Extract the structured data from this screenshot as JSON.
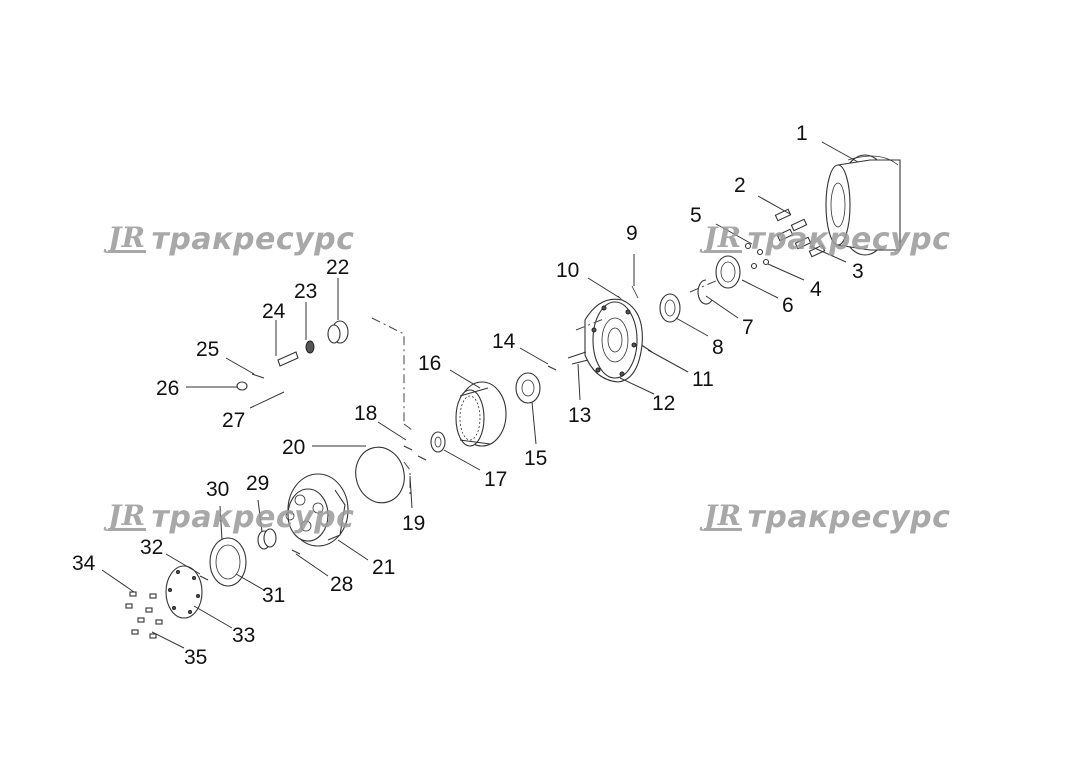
{
  "watermark": {
    "logo": "JR",
    "text": "тракресурс"
  },
  "callouts": [
    "1",
    "2",
    "3",
    "4",
    "5",
    "6",
    "7",
    "8",
    "9",
    "10",
    "11",
    "12",
    "13",
    "14",
    "15",
    "16",
    "17",
    "18",
    "19",
    "20",
    "21",
    "22",
    "23",
    "24",
    "25",
    "26",
    "27",
    "28",
    "29",
    "30",
    "31",
    "32",
    "33",
    "34",
    "35"
  ]
}
